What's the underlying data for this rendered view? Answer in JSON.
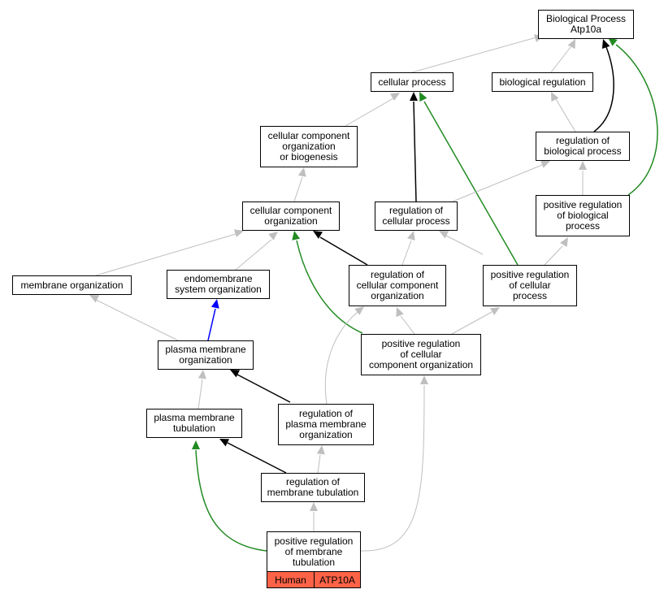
{
  "colors": {
    "gray": "#bfbfbf",
    "black": "#000000",
    "green": "#228b22",
    "blue": "#0000ff",
    "tag": "#ff6347"
  },
  "nodes": {
    "bp": "Biological Process\nAtp10a",
    "cp": "cellular process",
    "br": "biological regulation",
    "ccob": "cellular component\norganization\nor biogenesis",
    "rbp": "regulation of\nbiological process",
    "cco": "cellular component\norganization",
    "rcp": "regulation of\ncellular process",
    "prbp": "positive regulation\nof biological\nprocess",
    "mo": "membrane organization",
    "eso": "endomembrane\nsystem organization",
    "rcco": "regulation of\ncellular component\norganization",
    "prcp": "positive regulation\nof cellular\nprocess",
    "pmo": "plasma membrane\norganization",
    "prcco": "positive regulation\nof cellular\ncomponent organization",
    "pmt": "plasma membrane\ntubulation",
    "rpmo": "regulation of\nplasma membrane\norganization",
    "rmt": "regulation of\nmembrane tubulation",
    "prmt": "positive regulation\nof membrane\ntubulation"
  },
  "tags": {
    "species": "Human",
    "gene": "ATP10A"
  }
}
